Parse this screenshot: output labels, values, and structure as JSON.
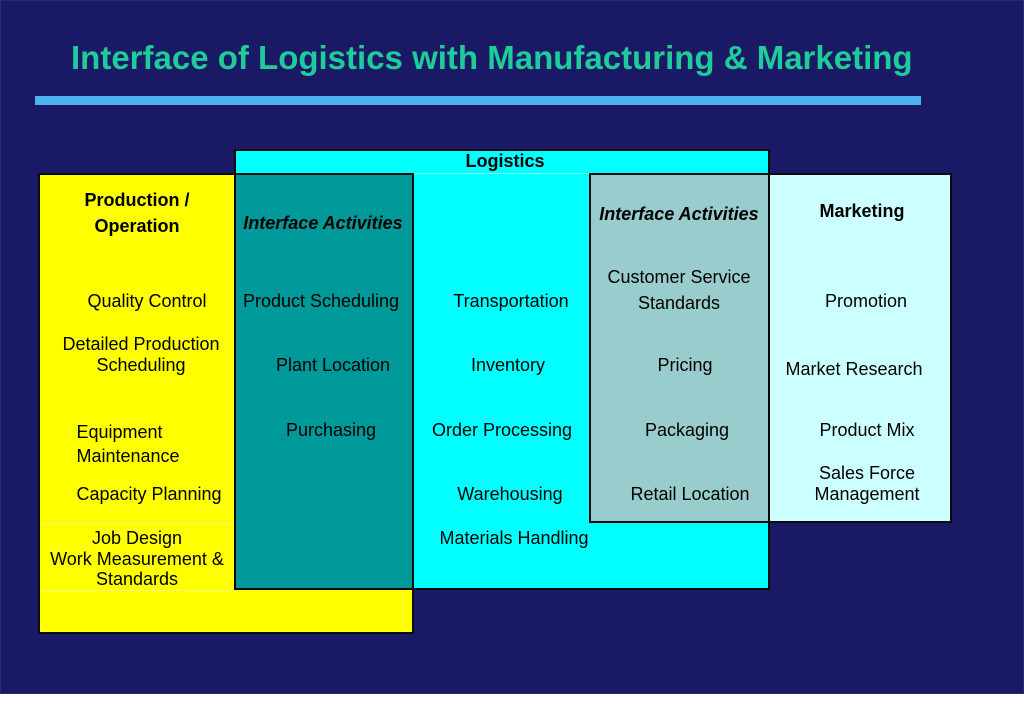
{
  "title": "Interface of Logistics with Manufacturing & Marketing",
  "colors": {
    "background": "#191966",
    "title": "#1ecc99",
    "rule": "#4db2ef",
    "production": "#ffff00",
    "production_interface": "#009999",
    "logistics": "#00ffff",
    "marketing_interface": "#99cccc",
    "marketing": "#ccffff"
  },
  "logistics": {
    "header": "Logistics",
    "items": [
      "Transportation",
      "Inventory",
      "Order Processing",
      "Warehousing",
      "Materials Handling"
    ]
  },
  "production": {
    "header": "Production /\nOperation",
    "items": [
      "Quality Control",
      "Detailed Production\nScheduling",
      "Equipment\nMaintenance",
      "Capacity Planning",
      "Job Design\nWork Measurement &\nStandards"
    ]
  },
  "production_interface": {
    "header": "Interface Activities",
    "items": [
      "Product Scheduling",
      "Plant Location",
      "Purchasing"
    ]
  },
  "marketing_interface": {
    "header": "Interface Activities",
    "items": [
      "Customer Service\nStandards",
      "Pricing",
      "Packaging",
      "Retail Location"
    ]
  },
  "marketing": {
    "header": "Marketing",
    "items": [
      "Promotion",
      "Market Research",
      "Product Mix",
      "Sales Force\nManagement"
    ]
  }
}
